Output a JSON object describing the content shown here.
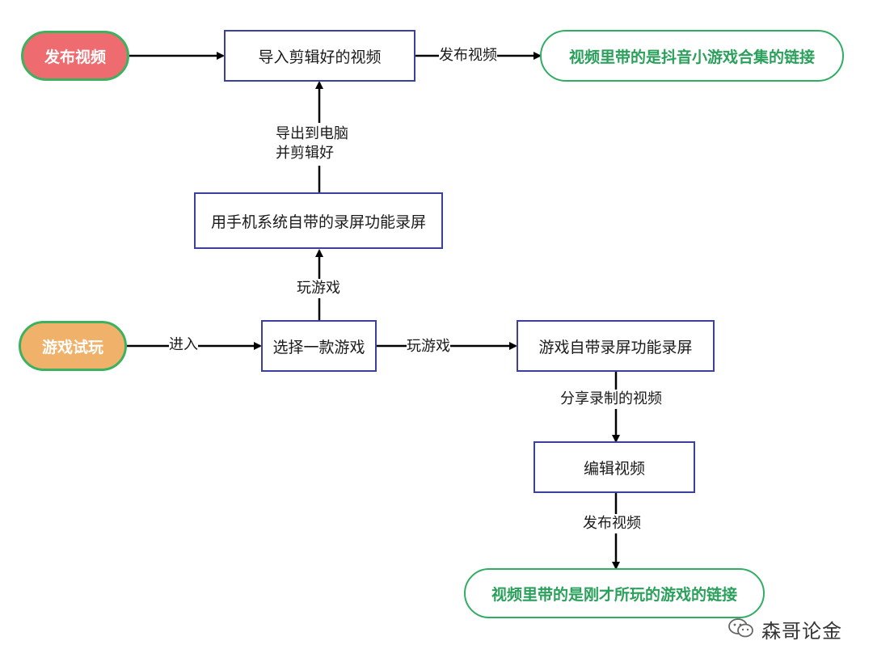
{
  "nodes": {
    "start_publish": "发布视频",
    "import_video": "导入剪辑好的视频",
    "result_collection": "视频里带的是抖音小游戏合集的链接",
    "phone_record": "用手机系统自带的录屏功能录屏",
    "start_trial": "游戏试玩",
    "choose_game": "选择一款游戏",
    "game_record": "游戏自带录屏功能录屏",
    "edit_video": "编辑视频",
    "result_game_link": "视频里带的是刚才所玩的游戏的链接"
  },
  "edges": {
    "publish_video_1": "发布视频",
    "export_line1": "导出到电脑",
    "export_line2": "并剪辑好",
    "play_game_up": "玩游戏",
    "enter": "进入",
    "play_game_right": "玩游戏",
    "share_recorded": "分享录制的视频",
    "publish_video_2": "发布视频"
  },
  "watermark": {
    "text": "森哥论金",
    "icon": "wechat-icon"
  },
  "colors": {
    "box_border": "#3b3f9e",
    "result_border": "#2fae63",
    "result_text": "#2aa05b",
    "start_publish_fill": "#ee6b6f",
    "start_trial_fill": "#f0b26b",
    "start_border": "#3cb25f"
  }
}
